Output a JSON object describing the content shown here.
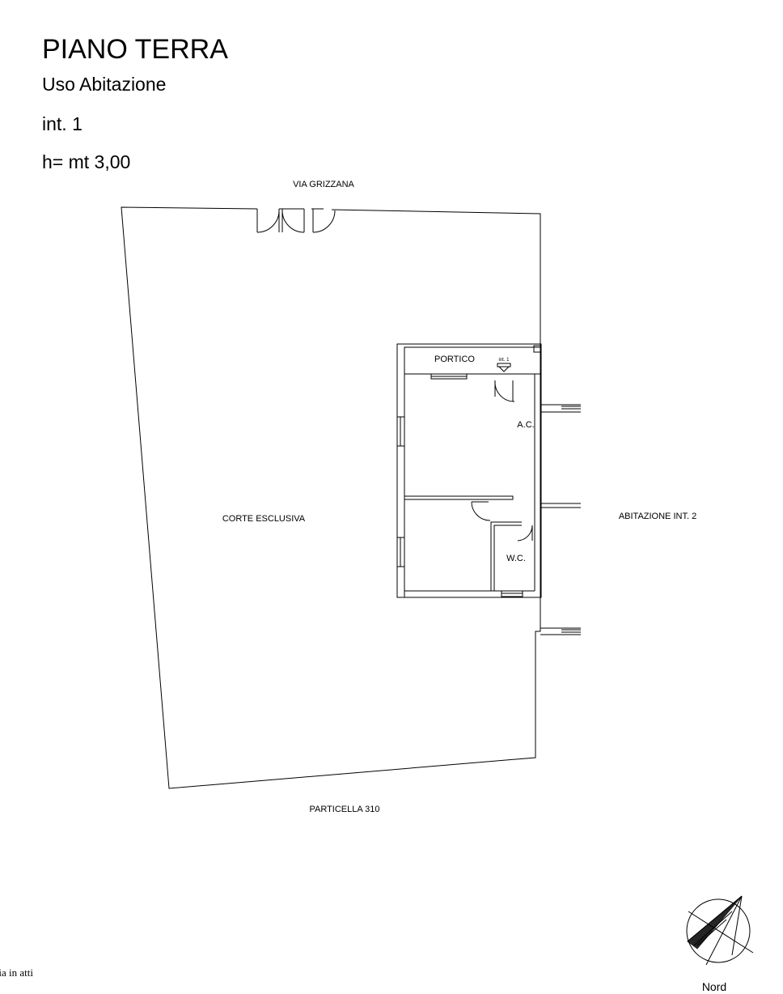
{
  "header": {
    "title": "PIANO TERRA",
    "usage": "Uso Abitazione",
    "unit": "int. 1",
    "height": "h= mt 3,00"
  },
  "plan": {
    "street_top": "VIA GRIZZANA",
    "court": "CORTE ESCLUSIVA",
    "neighbor": "ABITAZIONE INT. 2",
    "parcel_bottom": "PARTICELLA 310",
    "rooms": {
      "portico": "PORTICO",
      "entrance_tag": "int. 1",
      "ac": "A.C.",
      "wc": "W.C."
    }
  },
  "compass": {
    "label": "Nord"
  },
  "footer_note": "ria in atti"
}
